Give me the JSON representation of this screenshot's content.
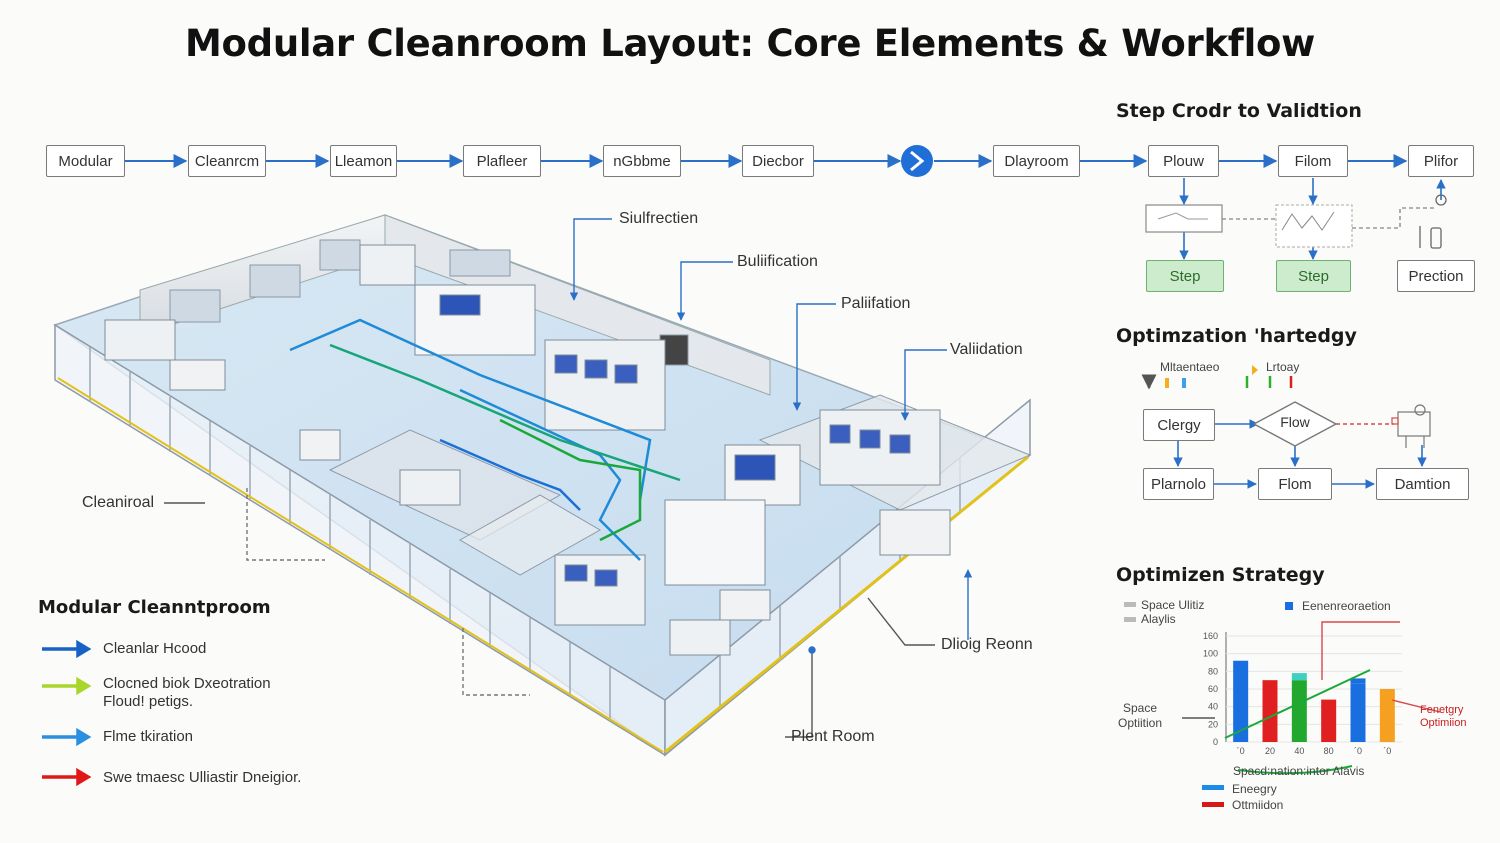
{
  "title": "Modular Cleanroom Layout: Core Elements & Workflow",
  "workflow": {
    "steps": [
      "Modular",
      "Cleanrcm",
      "Lleamon",
      "Plafleer",
      "nGbbme",
      "Diecbor",
      "Dlayroom",
      "Plouw",
      "Filom",
      "Plifor"
    ]
  },
  "step_panel": {
    "title": "Step Crodr to Validtion",
    "row2_labels": [
      "Step",
      "Step",
      "Prection"
    ]
  },
  "callouts": {
    "sulfection": "Siulfrectien",
    "bulification": "Buliification",
    "palifation": "Paliifation",
    "validation": "Valiidation",
    "cleanroal": "Cleaniroal",
    "dlingroom": "Dlioig Reonn",
    "plentroom": "Plent Room"
  },
  "legend": {
    "title": "Modular Cleanntproom",
    "items": [
      {
        "label": "Cleanlar Hcood",
        "color": "#1762c4"
      },
      {
        "label": "Clocned biok Dxeotration\nFloud! petigs.",
        "color": "#a8d62a"
      },
      {
        "label": "Flme tkiration",
        "color": "#2a8fe0"
      },
      {
        "label": "Swe tmaesc Ulliastir Dneigior.",
        "color": "#e01818"
      }
    ]
  },
  "optim1": {
    "title": "Optimzation 'hartedgy",
    "top_left": "Mltaentaeo",
    "top_right": "Lrtoay",
    "nodes": [
      "Clergy",
      "Flow",
      "Plarnolo",
      "Flom",
      "Damtion"
    ]
  },
  "optim2": {
    "title": "Optimizen Strategy",
    "legend_a": "Space Ulitiz\nAlaylis",
    "legend_b": "Eenenreoraetion",
    "side_left": "Space\nOptiition",
    "side_right": "Fenetgry\nOptimiion",
    "bottom_title": "Spacd:nation:intor Alavis",
    "bottom_legend": [
      {
        "label": "Eneegry",
        "color": "#1a8be8"
      },
      {
        "label": "Ottmiidon",
        "color": "#d81818"
      }
    ]
  },
  "chart_data": {
    "type": "bar",
    "yticks": [
      "0",
      "20",
      "40",
      "60",
      "80",
      "100",
      "160"
    ],
    "xticks": [
      "´0",
      "20",
      "40",
      "80",
      "´0",
      "´0"
    ],
    "ylim": [
      0,
      120
    ],
    "values": [
      92,
      70,
      70,
      48,
      66,
      60
    ],
    "colors": [
      "#1a6fe0",
      "#e02020",
      "#22a82e",
      "#e02020",
      "#1a6fe0",
      "#f5a020"
    ],
    "caps": [
      null,
      null,
      {
        "value": 8,
        "color": "#3fd0c0"
      },
      null,
      {
        "value": 6,
        "color": "#1a6fe0"
      },
      null
    ]
  }
}
